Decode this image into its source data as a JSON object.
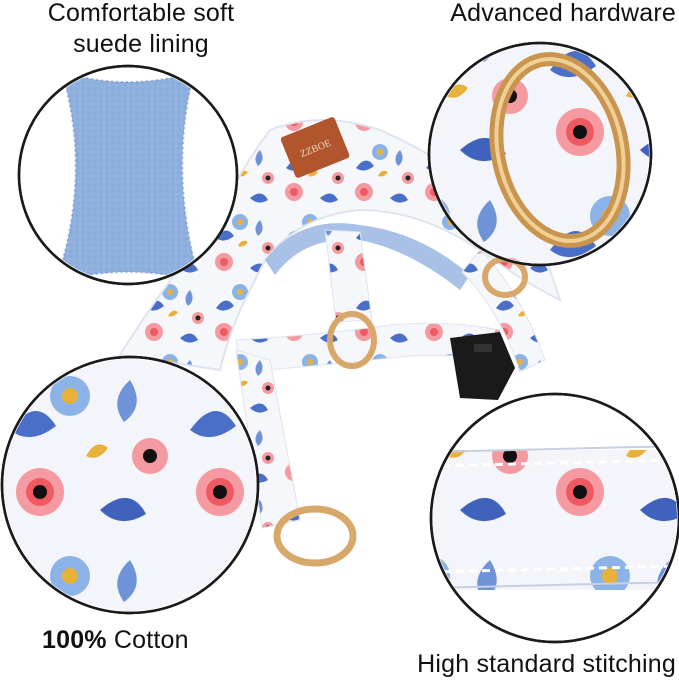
{
  "captions": {
    "suede": "Comfortable soft suede lining",
    "hardware": "Advanced hardware",
    "cotton_bold": "100%",
    "cotton_rest": " Cotton",
    "stitching": "High standard stitching"
  },
  "brand_tag": "ZZBOE",
  "colors": {
    "suede": "#8fb0de",
    "fabric": "#f6f7fb",
    "blue_leaf": "#4a6fc8",
    "light_blue": "#8cb3e8",
    "rose": "#ef5a62",
    "pink": "#f59aa0",
    "yellow": "#e8b23a",
    "gold": "#d8a86a",
    "buckle": "#1a1a1a",
    "tag": "#b0552c"
  }
}
